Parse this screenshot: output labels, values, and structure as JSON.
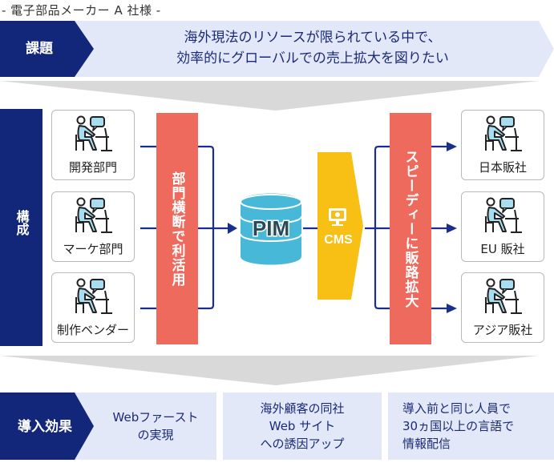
{
  "subtitle": "- 電子部品メーカー A 社様 -",
  "issue": {
    "label": "課題",
    "text_line1": "海外現法のリソースが限られている中で、",
    "text_line2": "効率的にグローバルでの売上拡大を図りたい"
  },
  "structure": {
    "label": "構成",
    "departments": [
      {
        "label": "開発部門",
        "icon": "person-at-desk-icon"
      },
      {
        "label": "マーケ部門",
        "icon": "person-at-desk-icon"
      },
      {
        "label": "制作ベンダー",
        "icon": "person-at-desk-icon"
      }
    ],
    "cross_dept_label": "部門横断で利活用",
    "pim_label": "PIM",
    "cms_label": "CMS",
    "expansion_label": "スピーディーに販路拡大",
    "sales_offices": [
      {
        "label": "日本販社",
        "icon": "person-at-desk-icon"
      },
      {
        "label": "EU 販社",
        "icon": "person-at-desk-icon"
      },
      {
        "label": "アジア販社",
        "icon": "person-at-desk-icon"
      }
    ]
  },
  "effects": {
    "label": "導入効果",
    "items": [
      {
        "text": "Webファースト\nの実現"
      },
      {
        "text": "海外顧客の同社\nWeb サイト\nへの誘因アップ"
      },
      {
        "text": "導入前と同じ人員で\n30ヵ国以上の言語で\n情報配信"
      }
    ]
  },
  "colors": {
    "navy": "#13277a",
    "light_blue": "#e3e8f8",
    "coral": "#ee6a5c",
    "cms_yellow": "#f8bf14",
    "pim_cyan": "#47b8d8",
    "funnel_gray": "#d9d9d9",
    "line_blue": "#1a2f8c"
  }
}
